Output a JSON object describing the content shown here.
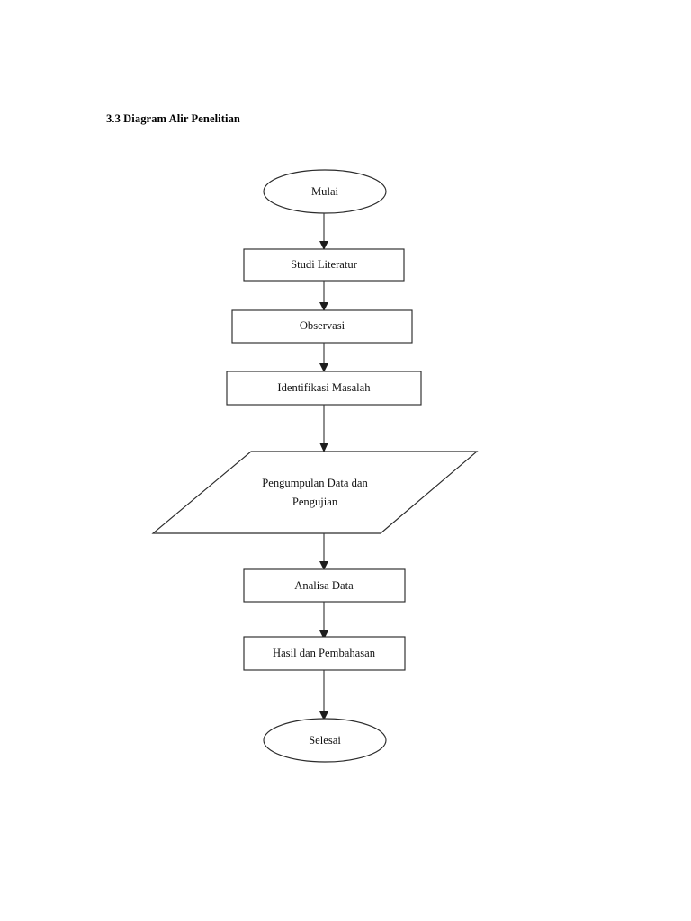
{
  "document": {
    "heading": "3.3 Diagram Alir Penelitian",
    "page_background": "#ffffff",
    "ink_color": "#000000"
  },
  "chart_data": {
    "type": "diagram",
    "diagram_kind": "flowchart",
    "orientation": "top-to-bottom",
    "title": "3.3 Diagram Alir Penelitian",
    "nodes": [
      {
        "id": "n1",
        "shape": "ellipse",
        "label": "Mulai"
      },
      {
        "id": "n2",
        "shape": "rectangle",
        "label": "Studi Literatur"
      },
      {
        "id": "n3",
        "shape": "rectangle",
        "label": "Observasi"
      },
      {
        "id": "n4",
        "shape": "rectangle",
        "label": "Identifikasi Masalah"
      },
      {
        "id": "n5",
        "shape": "parallelogram",
        "label": "Pengumpulan Data dan Pengujian",
        "label_line1": "Pengumpulan Data dan",
        "label_line2": "Pengujian"
      },
      {
        "id": "n6",
        "shape": "rectangle",
        "label": "Analisa Data"
      },
      {
        "id": "n7",
        "shape": "rectangle",
        "label": "Hasil dan Pembahasan"
      },
      {
        "id": "n8",
        "shape": "ellipse",
        "label": "Selesai"
      }
    ],
    "edges": [
      {
        "from": "n1",
        "to": "n2",
        "style": "arrow"
      },
      {
        "from": "n2",
        "to": "n3",
        "style": "arrow"
      },
      {
        "from": "n3",
        "to": "n4",
        "style": "arrow"
      },
      {
        "from": "n4",
        "to": "n5",
        "style": "arrow"
      },
      {
        "from": "n5",
        "to": "n6",
        "style": "arrow"
      },
      {
        "from": "n6",
        "to": "n7",
        "style": "arrow"
      },
      {
        "from": "n7",
        "to": "n8",
        "style": "arrow"
      }
    ],
    "stroke_color": "#2b2b2b",
    "fill_color": "#ffffff"
  }
}
